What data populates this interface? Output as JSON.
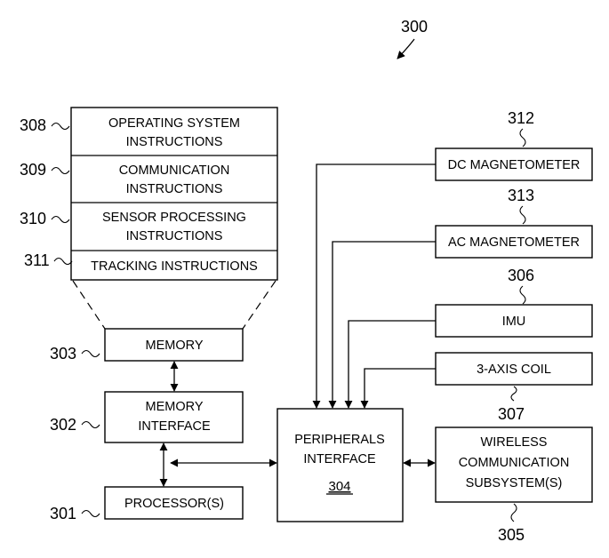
{
  "figure_number": "300",
  "memory_contents": [
    {
      "ref": "308",
      "lines": [
        "OPERATING SYSTEM",
        "INSTRUCTIONS"
      ]
    },
    {
      "ref": "309",
      "lines": [
        "COMMUNICATION",
        "INSTRUCTIONS"
      ]
    },
    {
      "ref": "310",
      "lines": [
        "SENSOR PROCESSING",
        "INSTRUCTIONS"
      ]
    },
    {
      "ref": "311",
      "lines": [
        "TRACKING INSTRUCTIONS"
      ]
    }
  ],
  "memory": {
    "ref": "303",
    "label": "MEMORY"
  },
  "memory_interface": {
    "ref": "302",
    "lines": [
      "MEMORY",
      "INTERFACE"
    ]
  },
  "processor": {
    "ref": "301",
    "label": "PROCESSOR(S)"
  },
  "peripherals_interface": {
    "ref": "304",
    "lines": [
      "PERIPHERALS",
      "INTERFACE"
    ]
  },
  "dc_magnetometer": {
    "ref": "312",
    "label": "DC MAGNETOMETER"
  },
  "ac_magnetometer": {
    "ref": "313",
    "label": "AC MAGNETOMETER"
  },
  "imu": {
    "ref": "306",
    "label": "IMU"
  },
  "coil": {
    "ref": "307",
    "label": "3-AXIS COIL"
  },
  "wireless": {
    "ref": "305",
    "lines": [
      "WIRELESS",
      "COMMUNICATION",
      "SUBSYSTEM(S)"
    ]
  }
}
